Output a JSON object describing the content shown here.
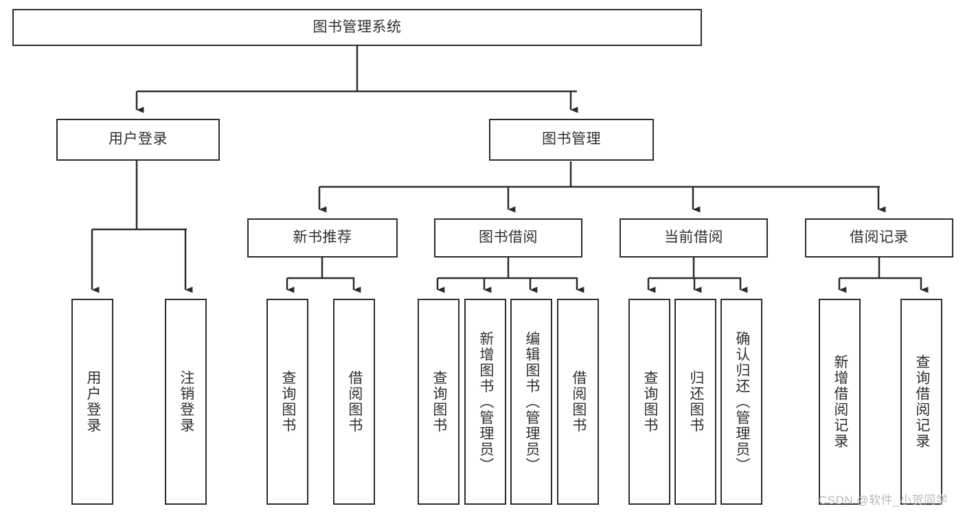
{
  "diagram": {
    "title": "图书管理系统",
    "type": "tree-hierarchy",
    "root": {
      "label": "图书管理系统"
    },
    "level1": [
      {
        "label": "用户登录"
      },
      {
        "label": "图书管理"
      }
    ],
    "level2": [
      {
        "label": "新书推荐"
      },
      {
        "label": "图书借阅"
      },
      {
        "label": "当前借阅"
      },
      {
        "label": "借阅记录"
      }
    ],
    "leaves": [
      {
        "label": "用户登录",
        "parent": "用户登录"
      },
      {
        "label": "注销登录",
        "parent": "用户登录"
      },
      {
        "label": "查询图书",
        "parent": "新书推荐"
      },
      {
        "label": "借阅图书",
        "parent": "新书推荐"
      },
      {
        "label": "查询图书",
        "parent": "图书借阅"
      },
      {
        "label": "新增图书（管理员）",
        "parent": "图书借阅"
      },
      {
        "label": "编辑图书（管理员）",
        "parent": "图书借阅"
      },
      {
        "label": "借阅图书",
        "parent": "图书借阅"
      },
      {
        "label": "查询图书",
        "parent": "当前借阅"
      },
      {
        "label": "归还图书",
        "parent": "当前借阅"
      },
      {
        "label": "确认归还（管理员）",
        "parent": "当前借阅"
      },
      {
        "label": "新增借阅记录",
        "parent": "借阅记录"
      },
      {
        "label": "查询借阅记录",
        "parent": "借阅记录"
      }
    ]
  },
  "watermark": {
    "text": "CSDN @软件_小贺同学"
  },
  "colors": {
    "stroke": "#2b2b2b",
    "text": "#2f2f2f",
    "background": "#ffffff",
    "watermark": "#b9b9b9"
  }
}
